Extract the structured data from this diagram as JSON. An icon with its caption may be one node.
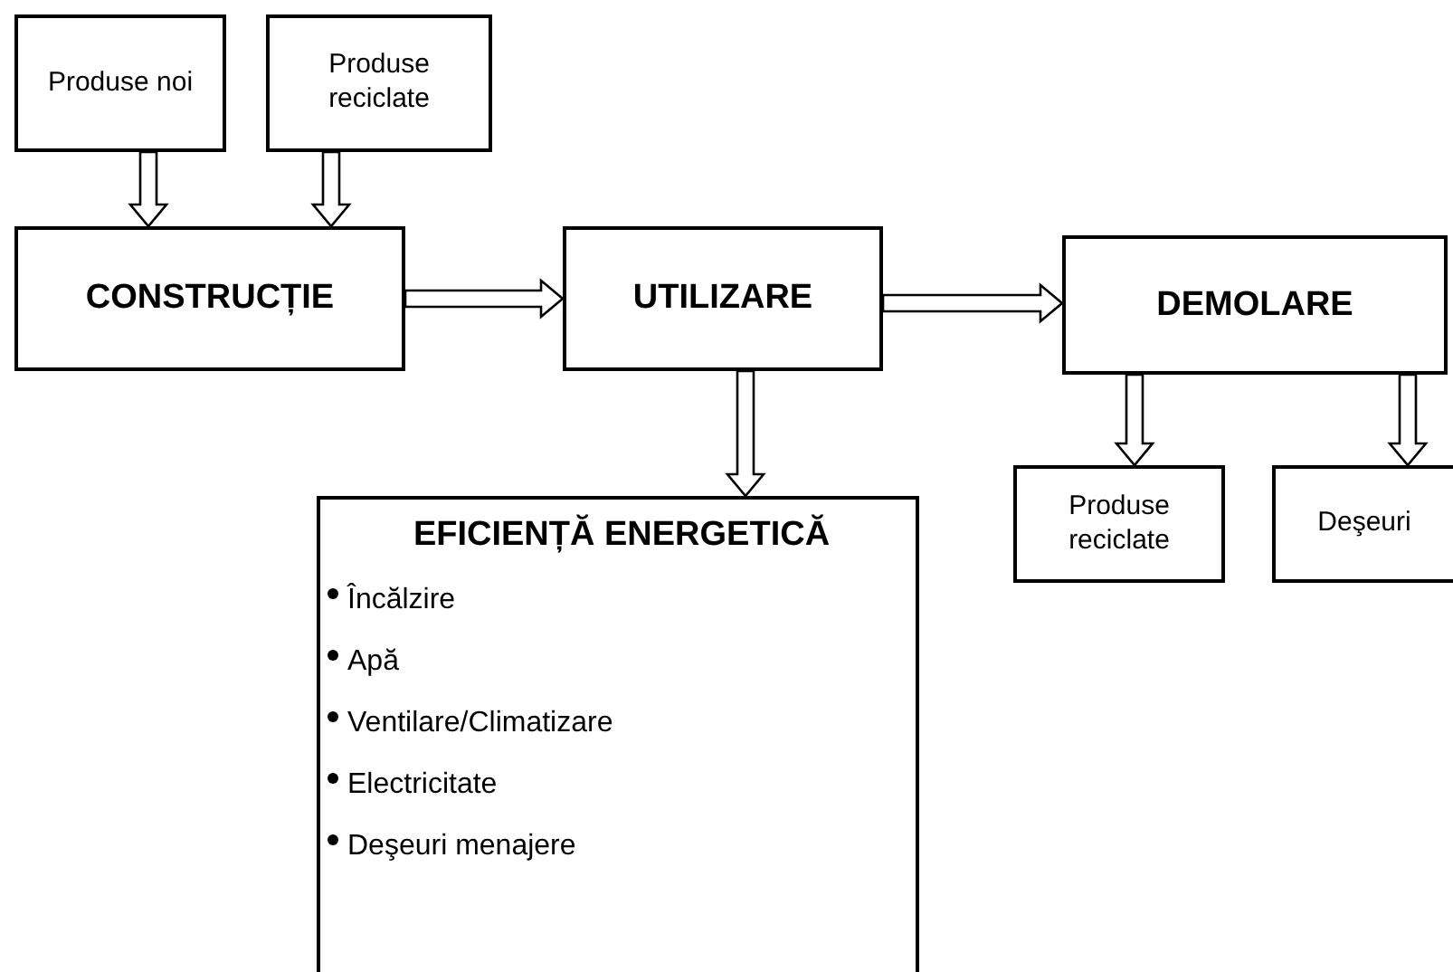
{
  "diagram": {
    "nodes": [
      {
        "text": [
          "Produse noi"
        ]
      },
      {
        "text": [
          "Produse reciclate"
        ]
      },
      {
        "text": [
          "CONSTRUCȚIE"
        ]
      },
      {
        "text": [
          "UTILIZARE"
        ]
      },
      {
        "text": [
          "DEMOLARE"
        ]
      },
      {
        "text": [
          "EFICIENȚĂ ENERGETICĂ",
          "Încălzire",
          "Apă",
          "Ventilare/Climatizare",
          "Electricitate",
          "Deşeuri menajere"
        ]
      },
      {
        "text": [
          "Produse reciclate"
        ]
      },
      {
        "text": [
          "Deşeuri"
        ]
      }
    ],
    "edges": [
      {
        "from": 0,
        "to": 2,
        "arrow": "to"
      },
      {
        "from": 1,
        "to": 2,
        "arrow": "to"
      },
      {
        "from": 2,
        "to": 3,
        "arrow": "to"
      },
      {
        "from": 3,
        "to": 5,
        "arrow": "to"
      },
      {
        "from": 4,
        "to": 6,
        "arrow": "to"
      },
      {
        "from": 4,
        "to": 7,
        "arrow": "to"
      },
      {
        "from": 3,
        "to": 4,
        "arrow": "to"
      }
    ]
  }
}
